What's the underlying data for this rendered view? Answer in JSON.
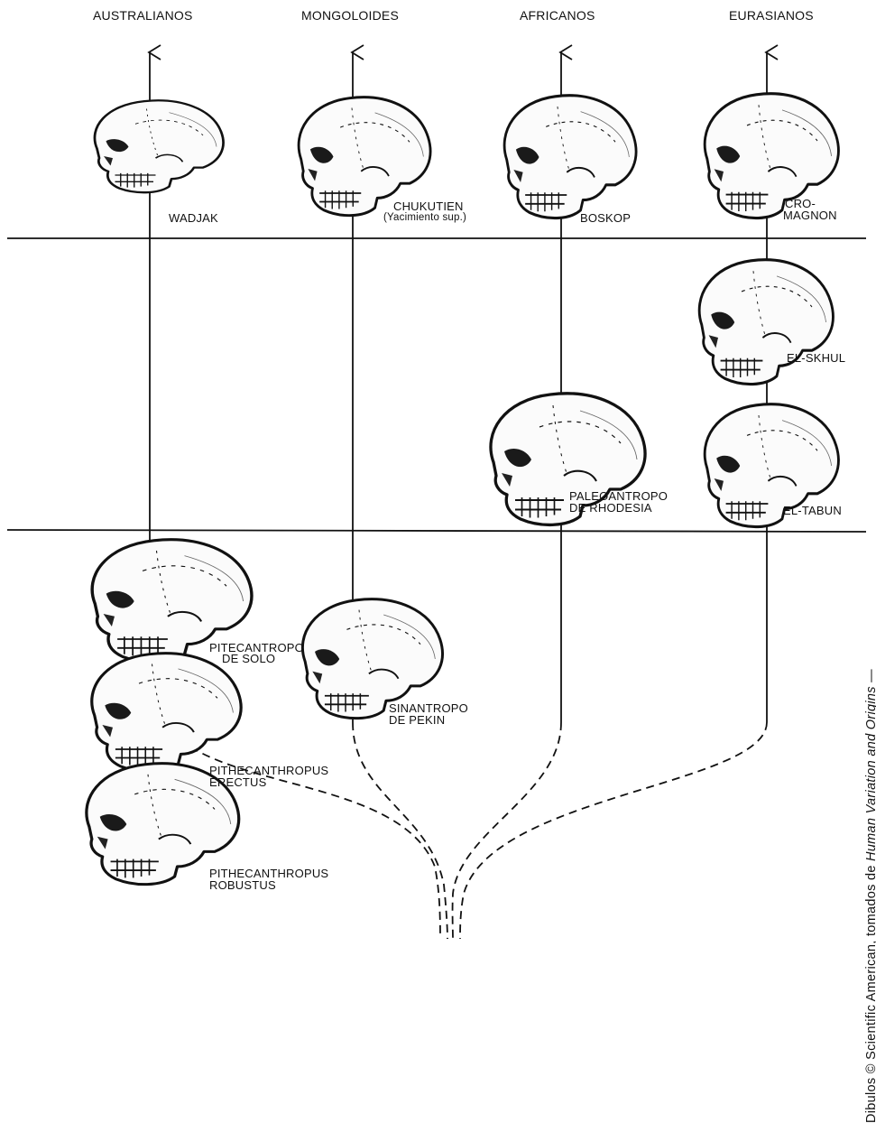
{
  "lineages": [
    {
      "key": "australianos",
      "label": "AUSTRALIANOS"
    },
    {
      "key": "mongoloides",
      "label": "MONGOLOIDES"
    },
    {
      "key": "africanos",
      "label": "AFRICANOS"
    },
    {
      "key": "eurasianos",
      "label": "EURASIANOS"
    }
  ],
  "specimens": {
    "wadjak": "WADJAK",
    "chukutien_1": "CHUKUTIEN",
    "chukutien_2": "(Yacimiento sup.)",
    "boskop": "BOSKOP",
    "cromagnon_1": "CRO-",
    "cromagnon_2": "MAGNON",
    "elskhul": "EL-SKHUL",
    "rhodesia_1": "PALEOANTROPO",
    "rhodesia_2": "DE RHODESIA",
    "eltabun": "EL-TABUN",
    "solo_1": "PITECANTROPO",
    "solo_2": "DE SOLO",
    "pekin_1": "SINANTROPO",
    "pekin_2": "DE PEKIN",
    "erectus_1": "PITHECANTHROPUS",
    "erectus_2": "ERECTUS",
    "robustus_1": "PITHECANTHROPUS",
    "robustus_2": "ROBUSTUS"
  },
  "credit": {
    "prefix": "Dibulos © Scientific American, tomados de ",
    "book": "Human Variation and Origins",
    "suffix": " —"
  }
}
